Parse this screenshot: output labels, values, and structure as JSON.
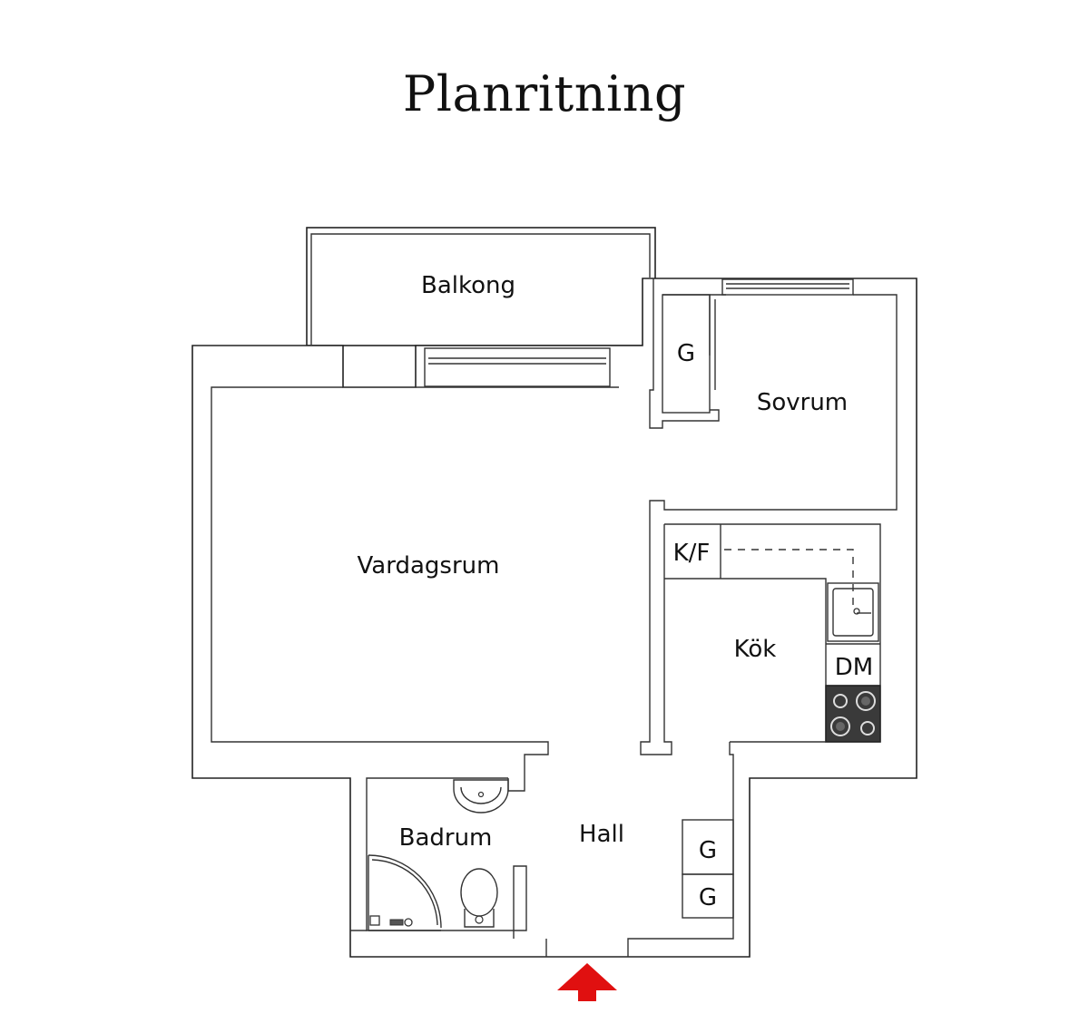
{
  "title": "Planritning",
  "rooms": {
    "balkong": "Balkong",
    "sovrum": "Sovrum",
    "garderob_sovrum": "G",
    "vardagsrum": "Vardagsrum",
    "kyl_frys": "K/F",
    "kok": "Kök",
    "diskmaskin": "DM",
    "badrum": "Badrum",
    "hall": "Hall",
    "garderob_hall_1": "G",
    "garderob_hall_2": "G"
  },
  "colors": {
    "wall": "#222222",
    "entrance_arrow": "#e01010",
    "stove": "#3a3a3a"
  },
  "icons": {
    "entrance": "entrance-arrow-icon"
  }
}
